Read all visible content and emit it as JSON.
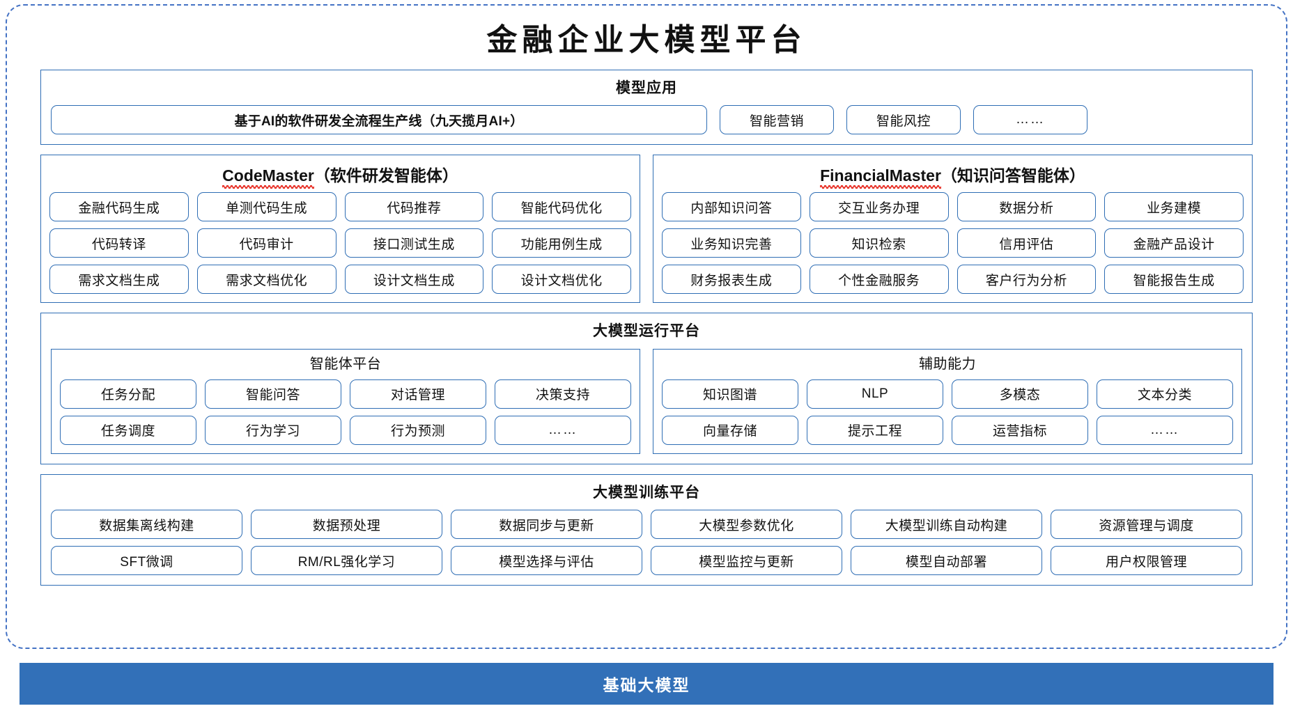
{
  "title": "金融企业大模型平台",
  "model_application": {
    "title": "模型应用",
    "banner": "基于AI的软件研发全流程生产线（九天揽月AI+）",
    "items": [
      "智能营销",
      "智能风控",
      "……"
    ]
  },
  "agents": [
    {
      "name_en": "CodeMaster",
      "name_cn": "（软件研发智能体）",
      "capabilities": [
        "金融代码生成",
        "单测代码生成",
        "代码推荐",
        "智能代码优化",
        "代码转译",
        "代码审计",
        "接口测试生成",
        "功能用例生成",
        "需求文档生成",
        "需求文档优化",
        "设计文档生成",
        "设计文档优化"
      ]
    },
    {
      "name_en": "FinancialMaster",
      "name_cn": "（知识问答智能体）",
      "capabilities": [
        "内部知识问答",
        "交互业务办理",
        "数据分析",
        "业务建模",
        "业务知识完善",
        "知识检索",
        "信用评估",
        "金融产品设计",
        "财务报表生成",
        "个性金融服务",
        "客户行为分析",
        "智能报告生成"
      ]
    }
  ],
  "runtime_platform": {
    "title": "大模型运行平台",
    "columns": [
      {
        "title": "智能体平台",
        "items": [
          "任务分配",
          "智能问答",
          "对话管理",
          "决策支持",
          "任务调度",
          "行为学习",
          "行为预测",
          "……"
        ]
      },
      {
        "title": "辅助能力",
        "items": [
          "知识图谱",
          "NLP",
          "多模态",
          "文本分类",
          "向量存储",
          "提示工程",
          "运营指标",
          "……"
        ]
      }
    ]
  },
  "training_platform": {
    "title": "大模型训练平台",
    "items": [
      "数据集离线构建",
      "数据预处理",
      "数据同步与更新",
      "大模型参数优化",
      "大模型训练自动构建",
      "资源管理与调度",
      "SFT微调",
      "RM/RL强化学习",
      "模型选择与评估",
      "模型监控与更新",
      "模型自动部署",
      "用户权限管理"
    ]
  },
  "foundation": {
    "label": "基础大模型"
  },
  "colors": {
    "border_blue": "#2E6DB4",
    "dashed_blue": "#4472C4",
    "foundation_bg": "#3270B8",
    "spellcheck_red": "#E8342A"
  }
}
